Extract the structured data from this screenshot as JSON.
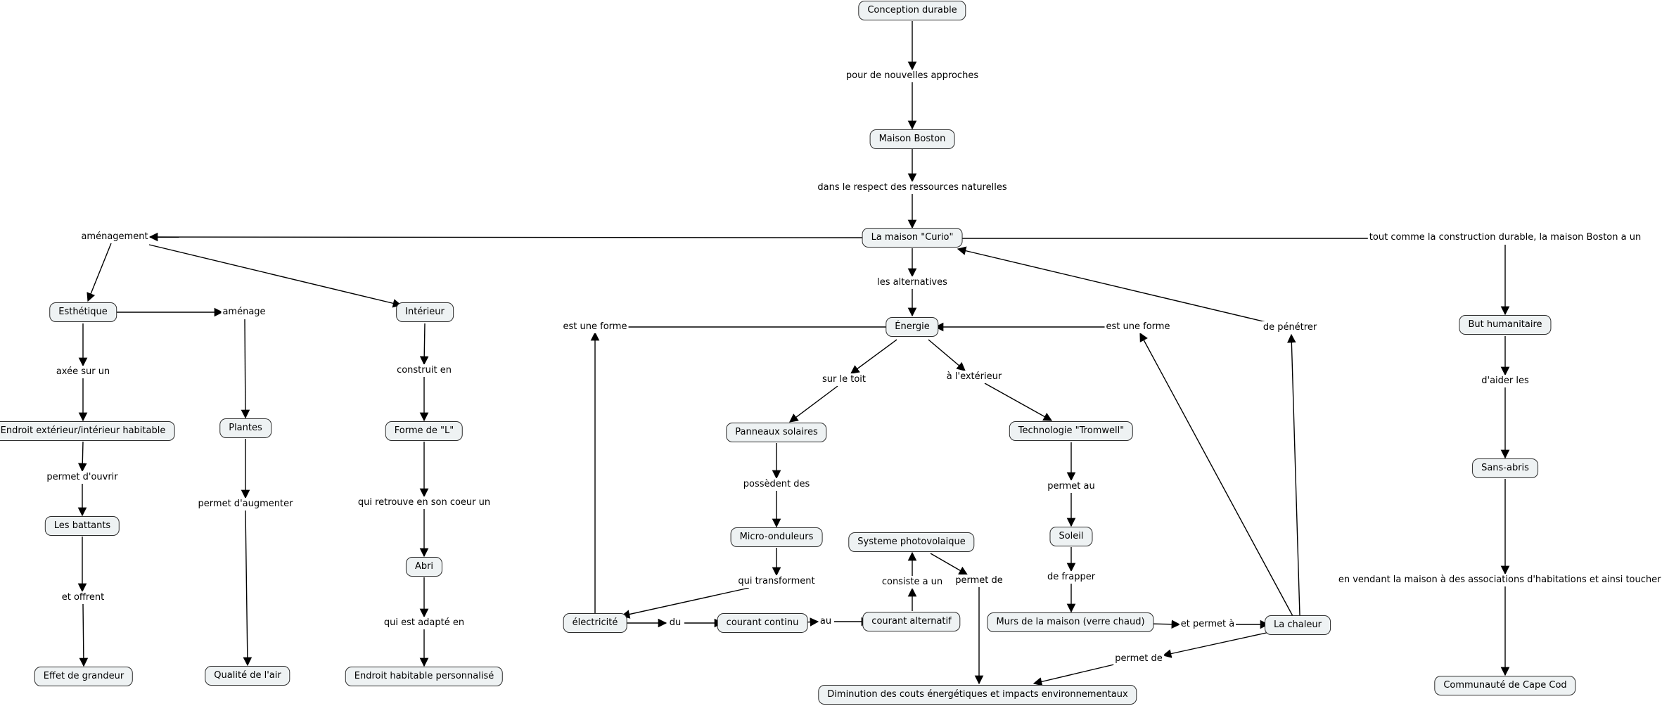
{
  "nodes": {
    "conception": "Conception durable",
    "maison_boston": "Maison Boston",
    "curio": "La maison \"Curio\"",
    "esthetique": "Esthétique",
    "interieur": "Intérieur",
    "endroit_ext": "Endroit extérieur/intérieur habitable",
    "plantes": "Plantes",
    "forme_l": "Forme de \"L\"",
    "battants": "Les battants",
    "abri": "Abri",
    "grandeur": "Effet de grandeur",
    "qualite_air": "Qualité de l'air",
    "endroit_perso": "Endroit habitable personnalisé",
    "energie": "Énergie",
    "panneaux": "Panneaux solaires",
    "tromwell": "Technologie \"Tromwell\"",
    "micro": "Micro-onduleurs",
    "systeme": "Systeme photovolaique",
    "soleil": "Soleil",
    "electricite": "électricité",
    "courant_continu": "courant continu",
    "courant_alternatif": "courant alternatif",
    "murs": "Murs de la maison (verre chaud)",
    "chaleur": "La chaleur",
    "diminution": "Diminution des couts énergétiques et impacts environnementaux",
    "but": "But humanitaire",
    "sans_abris": "Sans-abris",
    "cape_cod": "Communauté de Cape Cod"
  },
  "labels": {
    "l_approches": "pour de nouvelles approches",
    "l_respect": "dans le respect des ressources naturelles",
    "l_amenagement": "aménagement",
    "l_tout_comme": "tout comme la construction durable, la maison Boston a un",
    "l_alternatives": "les alternatives",
    "l_amenage": "aménage",
    "l_axee": "axée sur un",
    "l_construit": "construit en",
    "l_ouvrir": "permet d'ouvrir",
    "l_augmenter": "permet d'augmenter",
    "l_retrouve": "qui retrouve en son coeur un",
    "l_offrent": "et offrent",
    "l_adapte": "qui est adapté en",
    "l_forme_left": "est une forme",
    "l_forme_right": "est une forme",
    "l_penetrer": "de pénétrer",
    "l_toit": "sur le toit",
    "l_exterieur": "à l'extérieur",
    "l_possedent": "possèdent des",
    "l_permet_au": "permet au",
    "l_transforment": "qui transforment",
    "l_consiste": "consiste a un",
    "l_permet_de1": "permet de",
    "l_frapper": "de frapper",
    "l_du": "du",
    "l_au": "au",
    "l_permet_a": "et permet à",
    "l_permet_de2": "permet de",
    "l_aider": "d'aider les",
    "l_vendant": "en vendant la maison à des associations d'habitations et ainsi toucher la"
  },
  "colors": {
    "node_fill": "#eef2f3",
    "node_border": "#2d2d2d",
    "edge": "#000000"
  }
}
